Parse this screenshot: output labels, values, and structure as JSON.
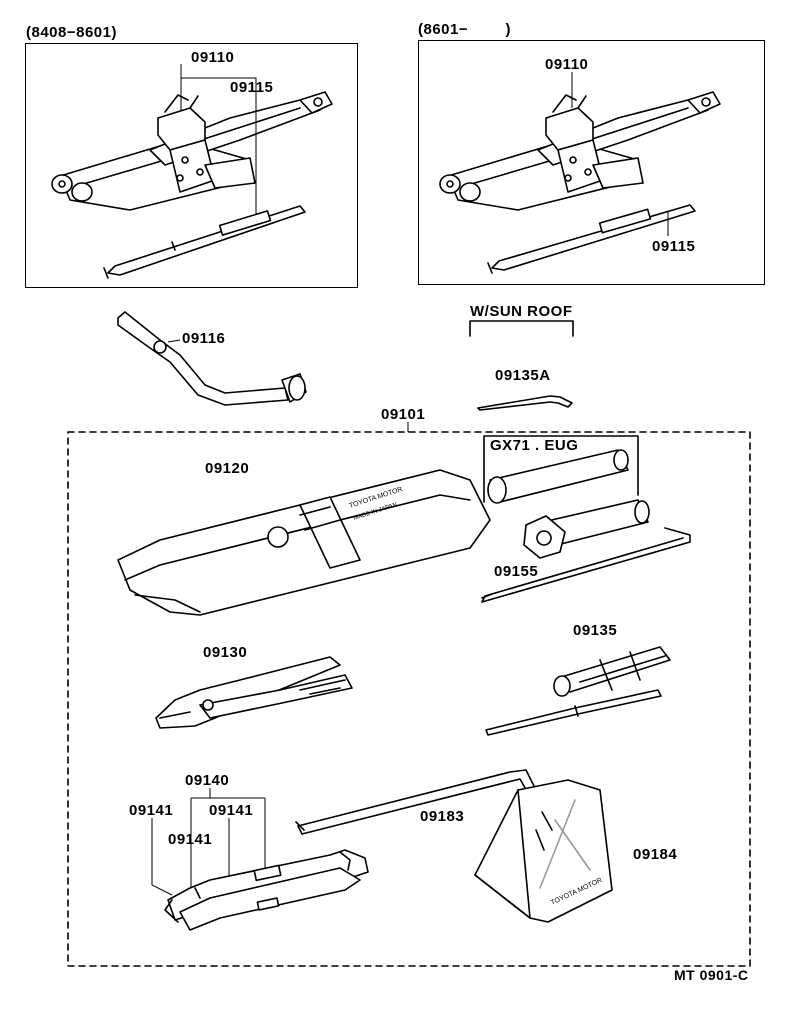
{
  "sections": {
    "early_range": "(8408−8601)",
    "late_range": "(8601−        )",
    "sunroof_label": "W/SUN ROOF",
    "variant_label": "GX71 . EUG",
    "diagram_code": "MT 0901-C"
  },
  "parts": {
    "jack_early": "09110",
    "handle_early": "09115",
    "jack_late": "09110",
    "handle_late": "09115",
    "wrench_handle": "09116",
    "screwdriver_sunroof": "09135A",
    "tool_kit": "09101",
    "tool_bag": "09120",
    "wheel_nut_wrench": "09155",
    "pliers": "09130",
    "screwdriver": "09135",
    "wrench_set": "09140",
    "wrench_a": "09141",
    "wrench_b": "09141",
    "wrench_c": "09141",
    "hook": "09183",
    "chock": "09184"
  },
  "embossed_text": {
    "bag_brand": "TOYOTA MOTOR",
    "bag_country": "MADE IN JAPAN",
    "chock_brand": "TOYOTA MOTOR"
  }
}
